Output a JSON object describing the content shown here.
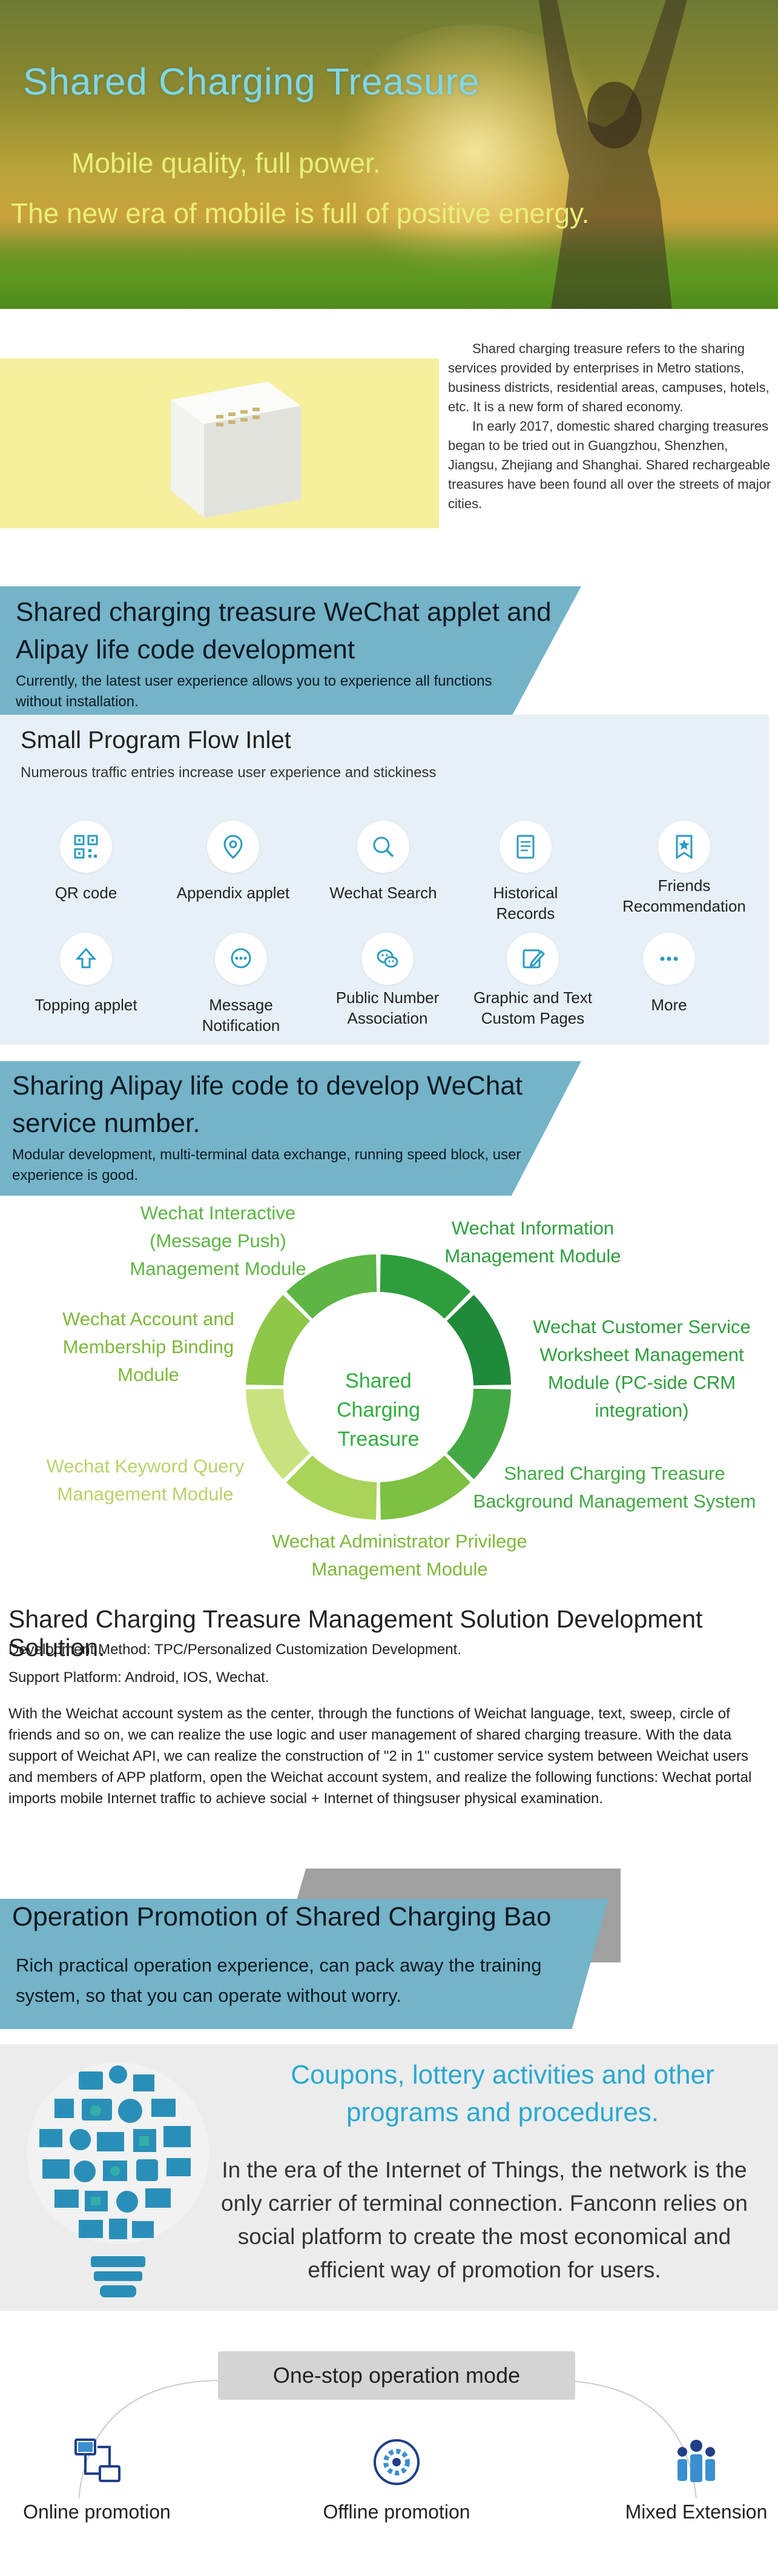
{
  "hero": {
    "title": "Shared Charging Treasure",
    "line1": "Mobile quality, full power.",
    "line2": "The new era of mobile is full of positive energy."
  },
  "intro": {
    "p1": "Shared charging treasure refers to the sharing services provided by enterprises in Metro stations, business districts, residential areas, campuses, hotels, etc. It is a new form of shared economy.",
    "p2": "In early 2017, domestic shared charging treasures began to be tried out in Guangzhou, Shenzhen, Jiangsu, Zhejiang and Shanghai. Shared rechargeable treasures have been found all over the streets of major cities."
  },
  "banner1": {
    "title": "Shared charging treasure WeChat applet and Alipay life code development",
    "sub": "Currently, the latest user experience allows you to experience all functions without installation."
  },
  "flow": {
    "title": "Small Program Flow Inlet",
    "sub": "Numerous traffic entries increase user experience and stickiness",
    "items": [
      {
        "label": "QR code",
        "icon": "qr-code-icon"
      },
      {
        "label": "Appendix applet",
        "icon": "location-pin-icon"
      },
      {
        "label": "Wechat Search",
        "icon": "search-icon"
      },
      {
        "label": "Historical Records",
        "icon": "document-icon"
      },
      {
        "label": "Friends Recommendation",
        "icon": "star-bookmark-icon"
      },
      {
        "label": "Topping applet",
        "icon": "arrow-up-icon"
      },
      {
        "label": "Message Notification",
        "icon": "chat-bubble-icon"
      },
      {
        "label": "Public Number Association",
        "icon": "wechat-icon"
      },
      {
        "label": "Graphic and Text Custom Pages",
        "icon": "edit-icon"
      },
      {
        "label": "More",
        "icon": "more-icon"
      }
    ]
  },
  "banner2": {
    "title": "Sharing Alipay life code to develop WeChat service number.",
    "sub": "Modular development, multi-terminal data exchange, running speed block, user experience is good."
  },
  "modules": {
    "center": "Shared Charging Treasure",
    "interactive": "Wechat Interactive (Message Push) Management Module",
    "information": "Wechat Information Management Module",
    "customer": "Wechat Customer Service Worksheet Management Module (PC-side CRM integration)",
    "account": "Wechat Account and Membership Binding Module",
    "background": "Shared Charging Treasure Background Management System",
    "keyword": "Wechat Keyword Query Management Module",
    "admin": "Wechat Administrator Privilege Management Module",
    "colors": [
      "#2e9e3c",
      "#1f8a39",
      "#43a843",
      "#7cc142",
      "#a9d35a",
      "#c9e27f",
      "#8fc74a",
      "#5cb544"
    ]
  },
  "solution": {
    "title": "Shared Charging Treasure Management Solution Development Solution.",
    "method": "Development Method: TPC/Personalized Customization Development.",
    "platform": "Support Platform: Android, IOS, Wechat.",
    "para": "With the Weichat account system as the center, through the functions of Weichat language, text, sweep, circle of friends and so on, we can realize the use logic and user management of shared charging treasure. With the data support of Weichat API, we can realize the construction of \"2 in 1\" customer service system between Weichat users and members of APP platform, open the Weichat account system, and realize the following functions: Wechat portal imports mobile Internet traffic to achieve social + Internet of thingsuser physical examination."
  },
  "promo": {
    "title": "Operation Promotion of Shared Charging Bao",
    "sub": "Rich practical operation experience, can pack away the training system, so that you can operate without worry."
  },
  "coupons": {
    "title": "Coupons, lottery activities and other programs and procedures.",
    "text": "In the era of the Internet of Things, the network is the only carrier of terminal connection. Fanconn relies on social platform to create the most economical and efficient way of promotion for users."
  },
  "onestop": {
    "label": "One-stop operation mode",
    "items": [
      {
        "label": "Online promotion",
        "icon": "network-icon"
      },
      {
        "label": "Offline promotion",
        "icon": "gear-icon"
      },
      {
        "label": "Mixed Extension",
        "icon": "people-group-icon"
      }
    ]
  }
}
